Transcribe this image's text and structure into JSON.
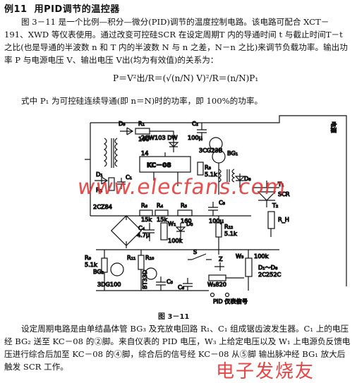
{
  "heading": {
    "number": "例11",
    "title": "用PID调节的温控器"
  },
  "paragraphs": {
    "intro": "图 3－11 是一个比例—积分—微分(PID)调节的温度控制电路。该电路可配合 XCT－191、XWD 等仪表使用。通过改变可控硅SCR 在设定周期T 内的导通时间 t 与截止时间T－t 之比(也是导通的半波数 n 和 T 内的半波数 N 与 n 之差，N－n 之比)来调节负载功率。输出功率 P 与电源电压 V、输出电压 V出(均为有效值)的关系为：",
    "formula": "P＝V²出/R＝(√(n/N) V)²/R＝(n/N)P₁",
    "after_formula": "式中 P₁ 为可控硅连续导通(即 n＝N)时的功率，即 100%的功率。",
    "closing": "设定周期电路是由单结晶体管 BG₃ 及充放电回路 R₁、C₁ 组成锯齿波发生器。C₁ 上的电压经 BG₂ 送至 KC－08 的②脚。来自仪表的 PID 电压，W₃ 上给定电压以及 W₁ 上电源负反馈电压进行综合后加至 KC－08 的④脚，综合后的信号经 KC－08 从⑤脚 输出脉冲经 BG₁ 放大后触发 SCR 工作。"
  },
  "figure": {
    "caption": "图 3－11",
    "labels": {
      "d9": "D₉",
      "r1": "R₁",
      "r1v": "160",
      "dw": "2CW103 DW",
      "c2": "C₂",
      "c2v": "100μ",
      "bg3": "3CG23B",
      "kc": "KC－08",
      "p14": "14",
      "r3": "R₃",
      "r3v": "5.1k",
      "bg1": "BG₁",
      "d1": "D₁",
      "c1": "C₁",
      "r2": "R₂",
      "d8": "D₈",
      "t1": "T₁",
      "scr": "SCR",
      "d2z": "2CZ84",
      "r6": "R₆",
      "r6v": "15k",
      "r4": "R₄",
      "r4v": "15k",
      "r5": "R₅",
      "r5v": "160",
      "c3": "C₃",
      "c3v": "100μ",
      "t2": "T₂",
      "rh": "R_H",
      "w1": "W₁",
      "c4": "C₄",
      "c4v": "4.7μ",
      "w1v": "100k",
      "d5": "D₅",
      "r12": "R₁₂",
      "r12v": "5.1k",
      "r9": "R₉",
      "r9v": "5.1k",
      "r10": "R₁₀",
      "bg2": "BG₂",
      "bg2t": "3DG100",
      "bg4": "BT33D",
      "c5": "C₅",
      "rp": "R₁₁",
      "s": "S",
      "z": "Z",
      "w3": "W₃",
      "w3v": "100k",
      "c6": "C₆",
      "w2": "W₂820",
      "dd": "D₁～D₈",
      "ddv": "2C252C",
      "pid": "PID 仪表信号",
      "src": "电源"
    }
  },
  "watermark": {
    "url": "www.elecfans.com",
    "cn": "电子发烧友"
  }
}
